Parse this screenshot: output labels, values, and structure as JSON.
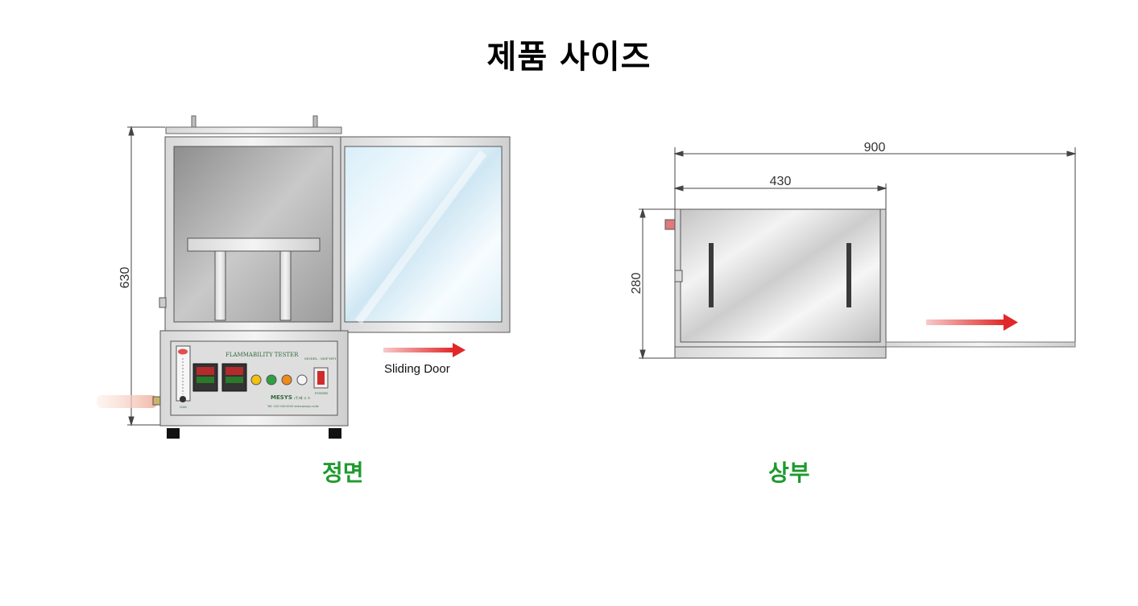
{
  "title": "제품 사이즈",
  "front": {
    "caption": "정면",
    "height_dim": "630",
    "door_label": "Sliding Door",
    "panel_title": "FLAMMABILITY TESTER",
    "model_text": "MODEL : MSF-HF1",
    "brand": "MESYS",
    "brand_sub": "(주)메 시 스",
    "contact": "Tel. 031-000-0000 www.mesys.co.kr",
    "power_label": "POWER",
    "gas_label": "GAS"
  },
  "top": {
    "caption": "상부",
    "width_full": "900",
    "width_body": "430",
    "depth_dim": "280"
  },
  "colors": {
    "caption_green": "#1f9a2e",
    "arrow_red": "#e02828",
    "lamp_yellow": "#f4c20d",
    "lamp_green": "#2ea043",
    "lamp_orange": "#f08a1c",
    "lamp_white": "#f5f5f5",
    "power_red": "#d22a2a"
  }
}
